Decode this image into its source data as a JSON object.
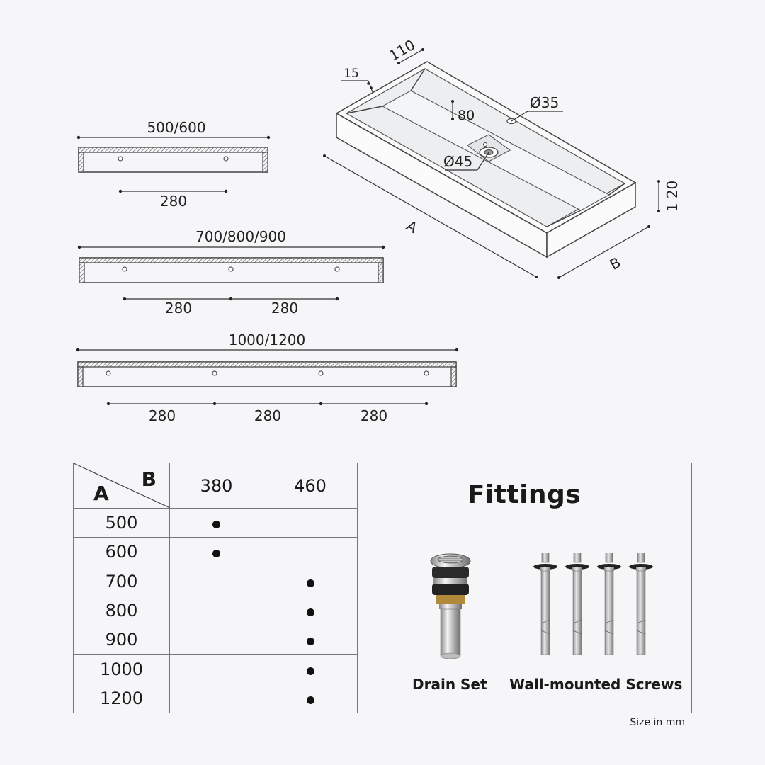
{
  "drawings": {
    "section_small": {
      "width_label": "500/600",
      "spacing": [
        "280"
      ]
    },
    "section_medium": {
      "width_label": "700/800/900",
      "spacing": [
        "280",
        "280"
      ]
    },
    "section_large": {
      "width_label": "1000/1200",
      "spacing": [
        "280",
        "280",
        "280"
      ]
    },
    "iso": {
      "rim_width": "110",
      "wall": "15",
      "depth": "80",
      "tap_hole": "Ø35",
      "drain_hole": "Ø45",
      "height": "1 20",
      "length_letter": "A",
      "width_letter": "B"
    }
  },
  "table": {
    "corner_a": "A",
    "corner_b": "B",
    "columns": [
      "380",
      "460"
    ],
    "rows": [
      {
        "a": "500",
        "col": 0
      },
      {
        "a": "600",
        "col": 0
      },
      {
        "a": "700",
        "col": 1
      },
      {
        "a": "800",
        "col": 1
      },
      {
        "a": "900",
        "col": 1
      },
      {
        "a": "1000",
        "col": 1
      },
      {
        "a": "1200",
        "col": 1
      }
    ]
  },
  "fittings": {
    "title": "Fittings",
    "drain_label": "Drain Set",
    "screws_label": "Wall-mounted Screws"
  },
  "note": "Size in mm"
}
